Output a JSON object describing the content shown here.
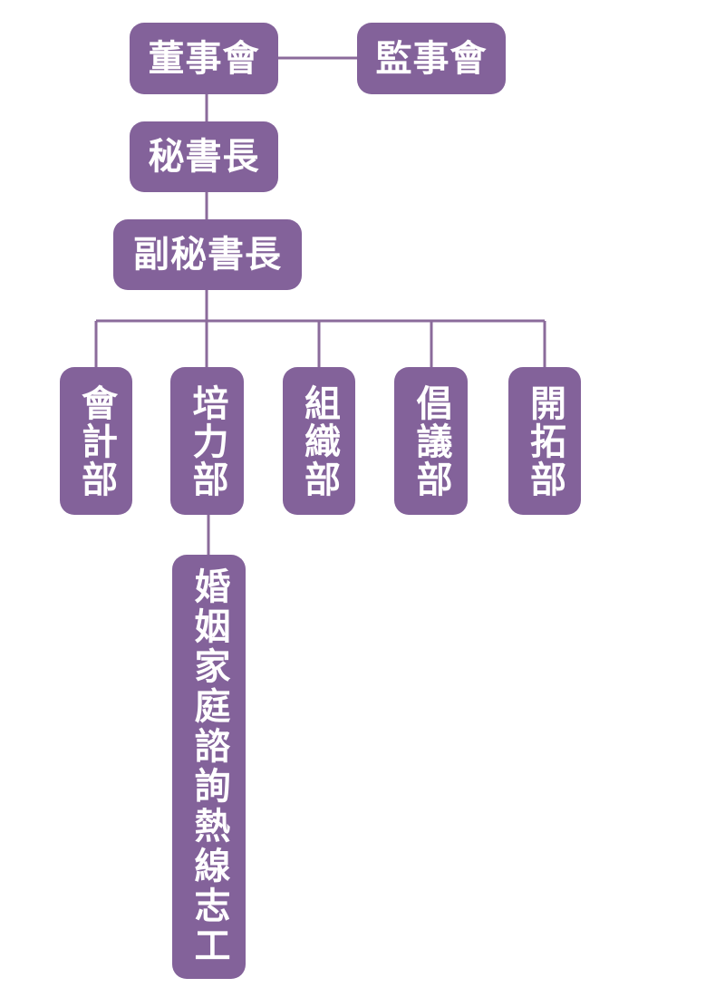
{
  "theme": {
    "box_color": "#83629a",
    "line_color": "#8b6b9b",
    "text_color": "#ffffff",
    "background": "#ffffff"
  },
  "nodes": {
    "board": "董事會",
    "supervisors": "監事會",
    "secretary_general": "秘書長",
    "deputy_secretary_general": "副秘書長",
    "departments": [
      "會計部",
      "培力部",
      "組織部",
      "倡議部",
      "開拓部"
    ],
    "hotline_volunteers": "婚姻家庭諮詢熱線志工"
  }
}
